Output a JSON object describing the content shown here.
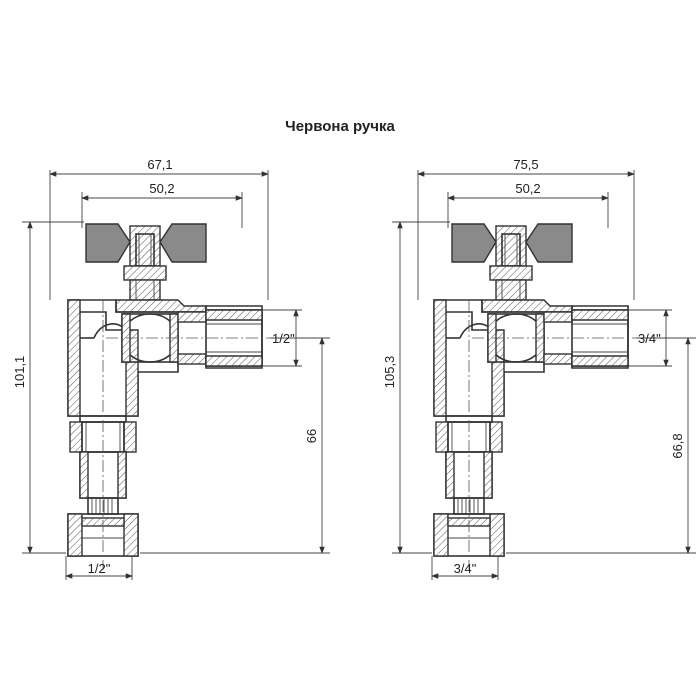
{
  "title": "Червона ручка",
  "left_valve": {
    "overall_width": "67,1",
    "handle_width": "50,2",
    "overall_height": "101,1",
    "outlet_height": "66",
    "side_thread": "1/2\"",
    "bottom_thread": "1/2\""
  },
  "right_valve": {
    "overall_width": "75,5",
    "handle_width": "50,2",
    "overall_height": "105,3",
    "outlet_height": "66,8",
    "side_thread": "3/4\"",
    "bottom_thread": "3/4\""
  },
  "colors": {
    "line": "#333333",
    "handle_fill": "#8a8a8a",
    "background": "#ffffff"
  }
}
